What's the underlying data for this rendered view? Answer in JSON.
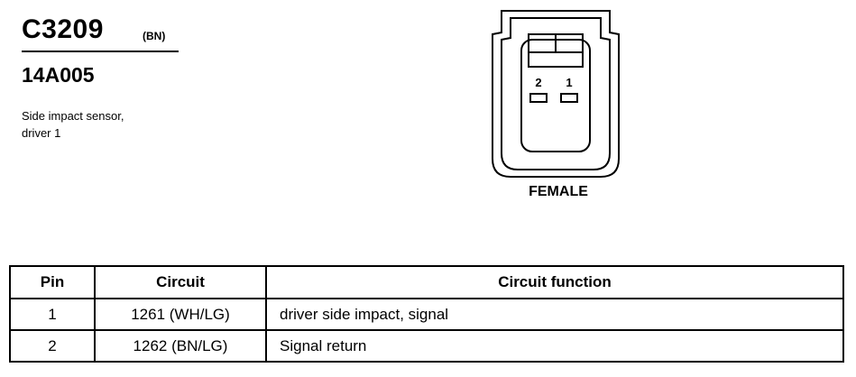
{
  "header": {
    "connector_id": "C3209",
    "color_code": "(BN)",
    "part_number": "14A005",
    "description_lines": [
      "Side impact sensor,",
      "driver 1"
    ]
  },
  "connector": {
    "pin_labels": [
      "2",
      "1"
    ],
    "gender": "FEMALE"
  },
  "table": {
    "headers": [
      "Pin",
      "Circuit",
      "Circuit function"
    ],
    "rows": [
      {
        "pin": "1",
        "circuit": "1261 (WH/LG)",
        "function": "driver side impact, signal"
      },
      {
        "pin": "2",
        "circuit": "1262 (BN/LG)",
        "function": "Signal return"
      }
    ]
  }
}
